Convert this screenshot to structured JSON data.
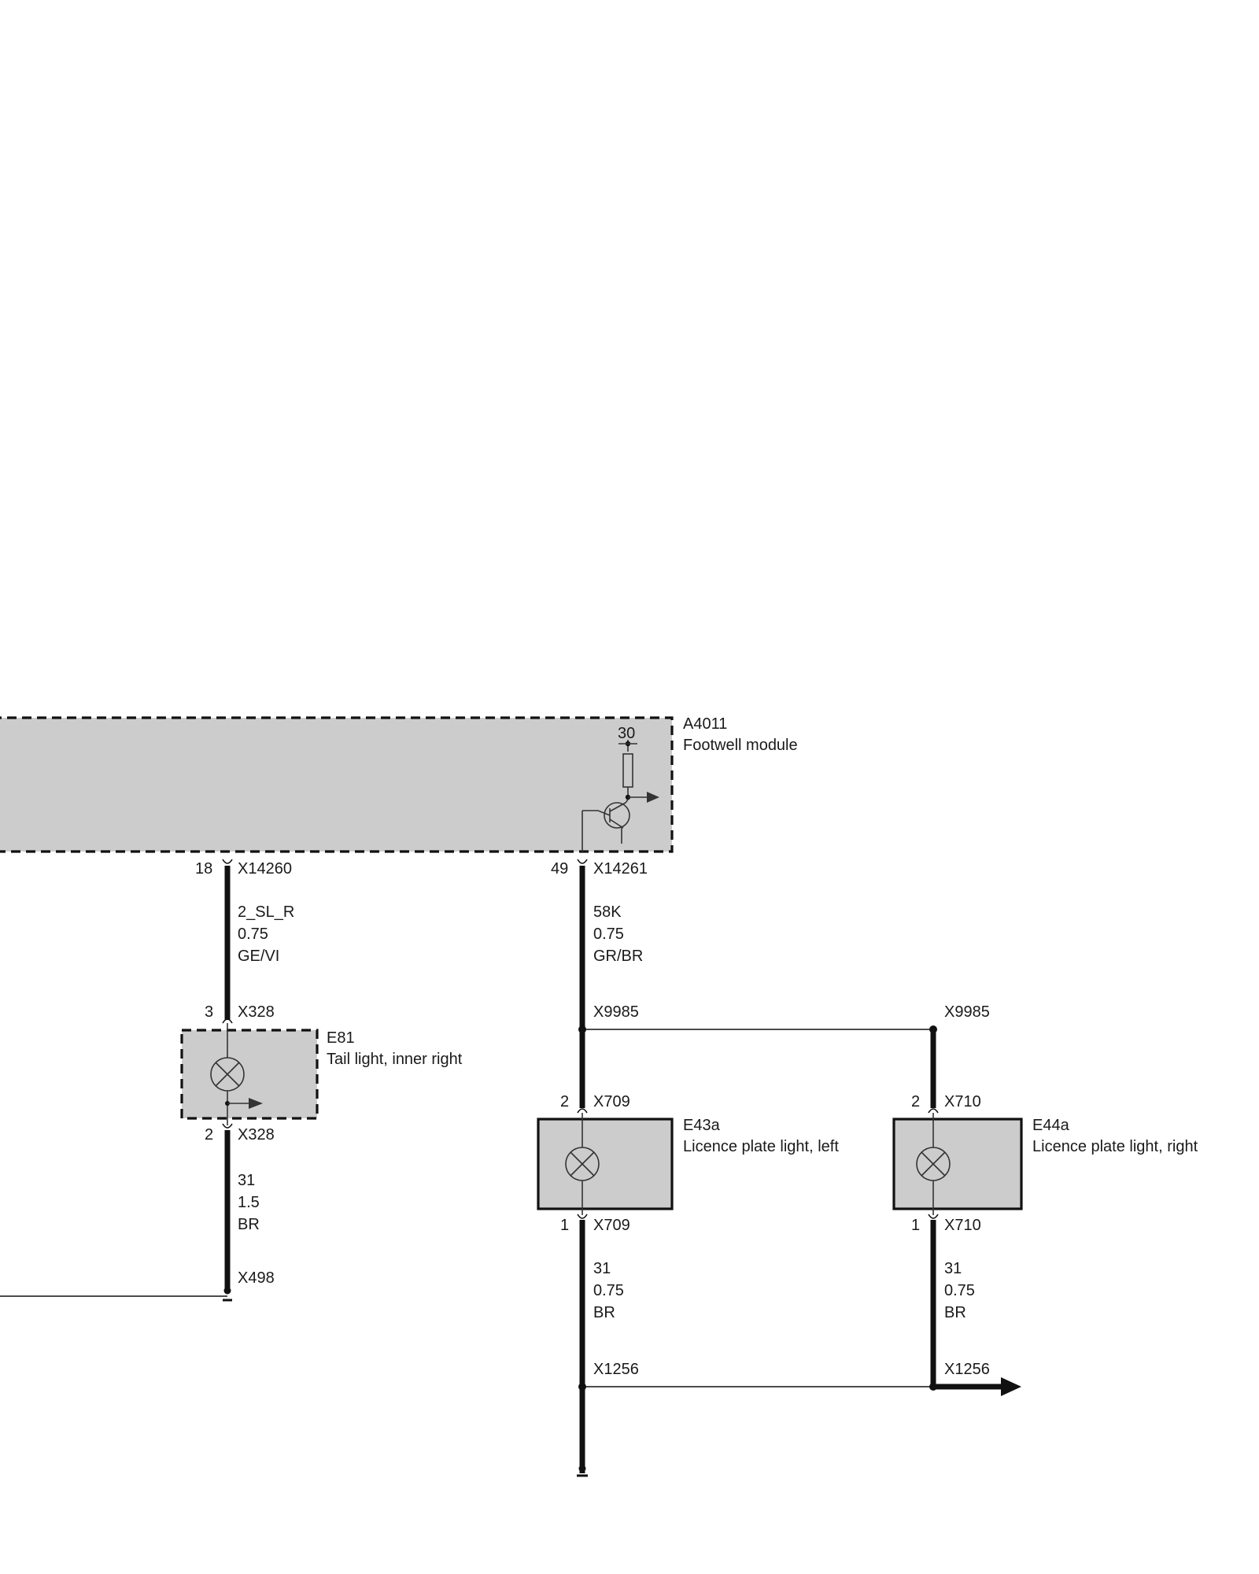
{
  "module": {
    "id": "A4011",
    "name": "Footwell module",
    "supply_terminal": "30"
  },
  "tail_light": {
    "id": "E81",
    "name": "Tail light, inner right"
  },
  "plate_left": {
    "id": "E43a",
    "name": "Licence plate light, left"
  },
  "plate_right": {
    "id": "E44a",
    "name": "Licence plate light, right"
  },
  "connectors": {
    "x14260": {
      "pin": "18",
      "name": "X14260"
    },
    "x14261": {
      "pin": "49",
      "name": "X14261"
    },
    "x328_top": {
      "pin": "3",
      "name": "X328"
    },
    "x328_bottom": {
      "pin": "2",
      "name": "X328"
    },
    "x709_top": {
      "pin": "2",
      "name": "X709"
    },
    "x709_bottom": {
      "pin": "1",
      "name": "X709"
    },
    "x710_top": {
      "pin": "2",
      "name": "X710"
    },
    "x710_bottom": {
      "pin": "1",
      "name": "X710"
    },
    "x9985_left": {
      "name": "X9985"
    },
    "x9985_right": {
      "name": "X9985"
    },
    "x498": {
      "name": "X498"
    },
    "x1256_left": {
      "name": "X1256"
    },
    "x1256_right": {
      "name": "X1256"
    }
  },
  "wires": {
    "w_2slr": {
      "signal": "2_SL_R",
      "size": "0.75",
      "color": "GE/VI"
    },
    "w_58k": {
      "signal": "58K",
      "size": "0.75",
      "color": "GR/BR"
    },
    "w_tail_gnd": {
      "signal": "31",
      "size": "1.5",
      "color": "BR"
    },
    "w_left_gnd": {
      "signal": "31",
      "size": "0.75",
      "color": "BR"
    },
    "w_right_gnd": {
      "signal": "31",
      "size": "0.75",
      "color": "BR"
    }
  }
}
